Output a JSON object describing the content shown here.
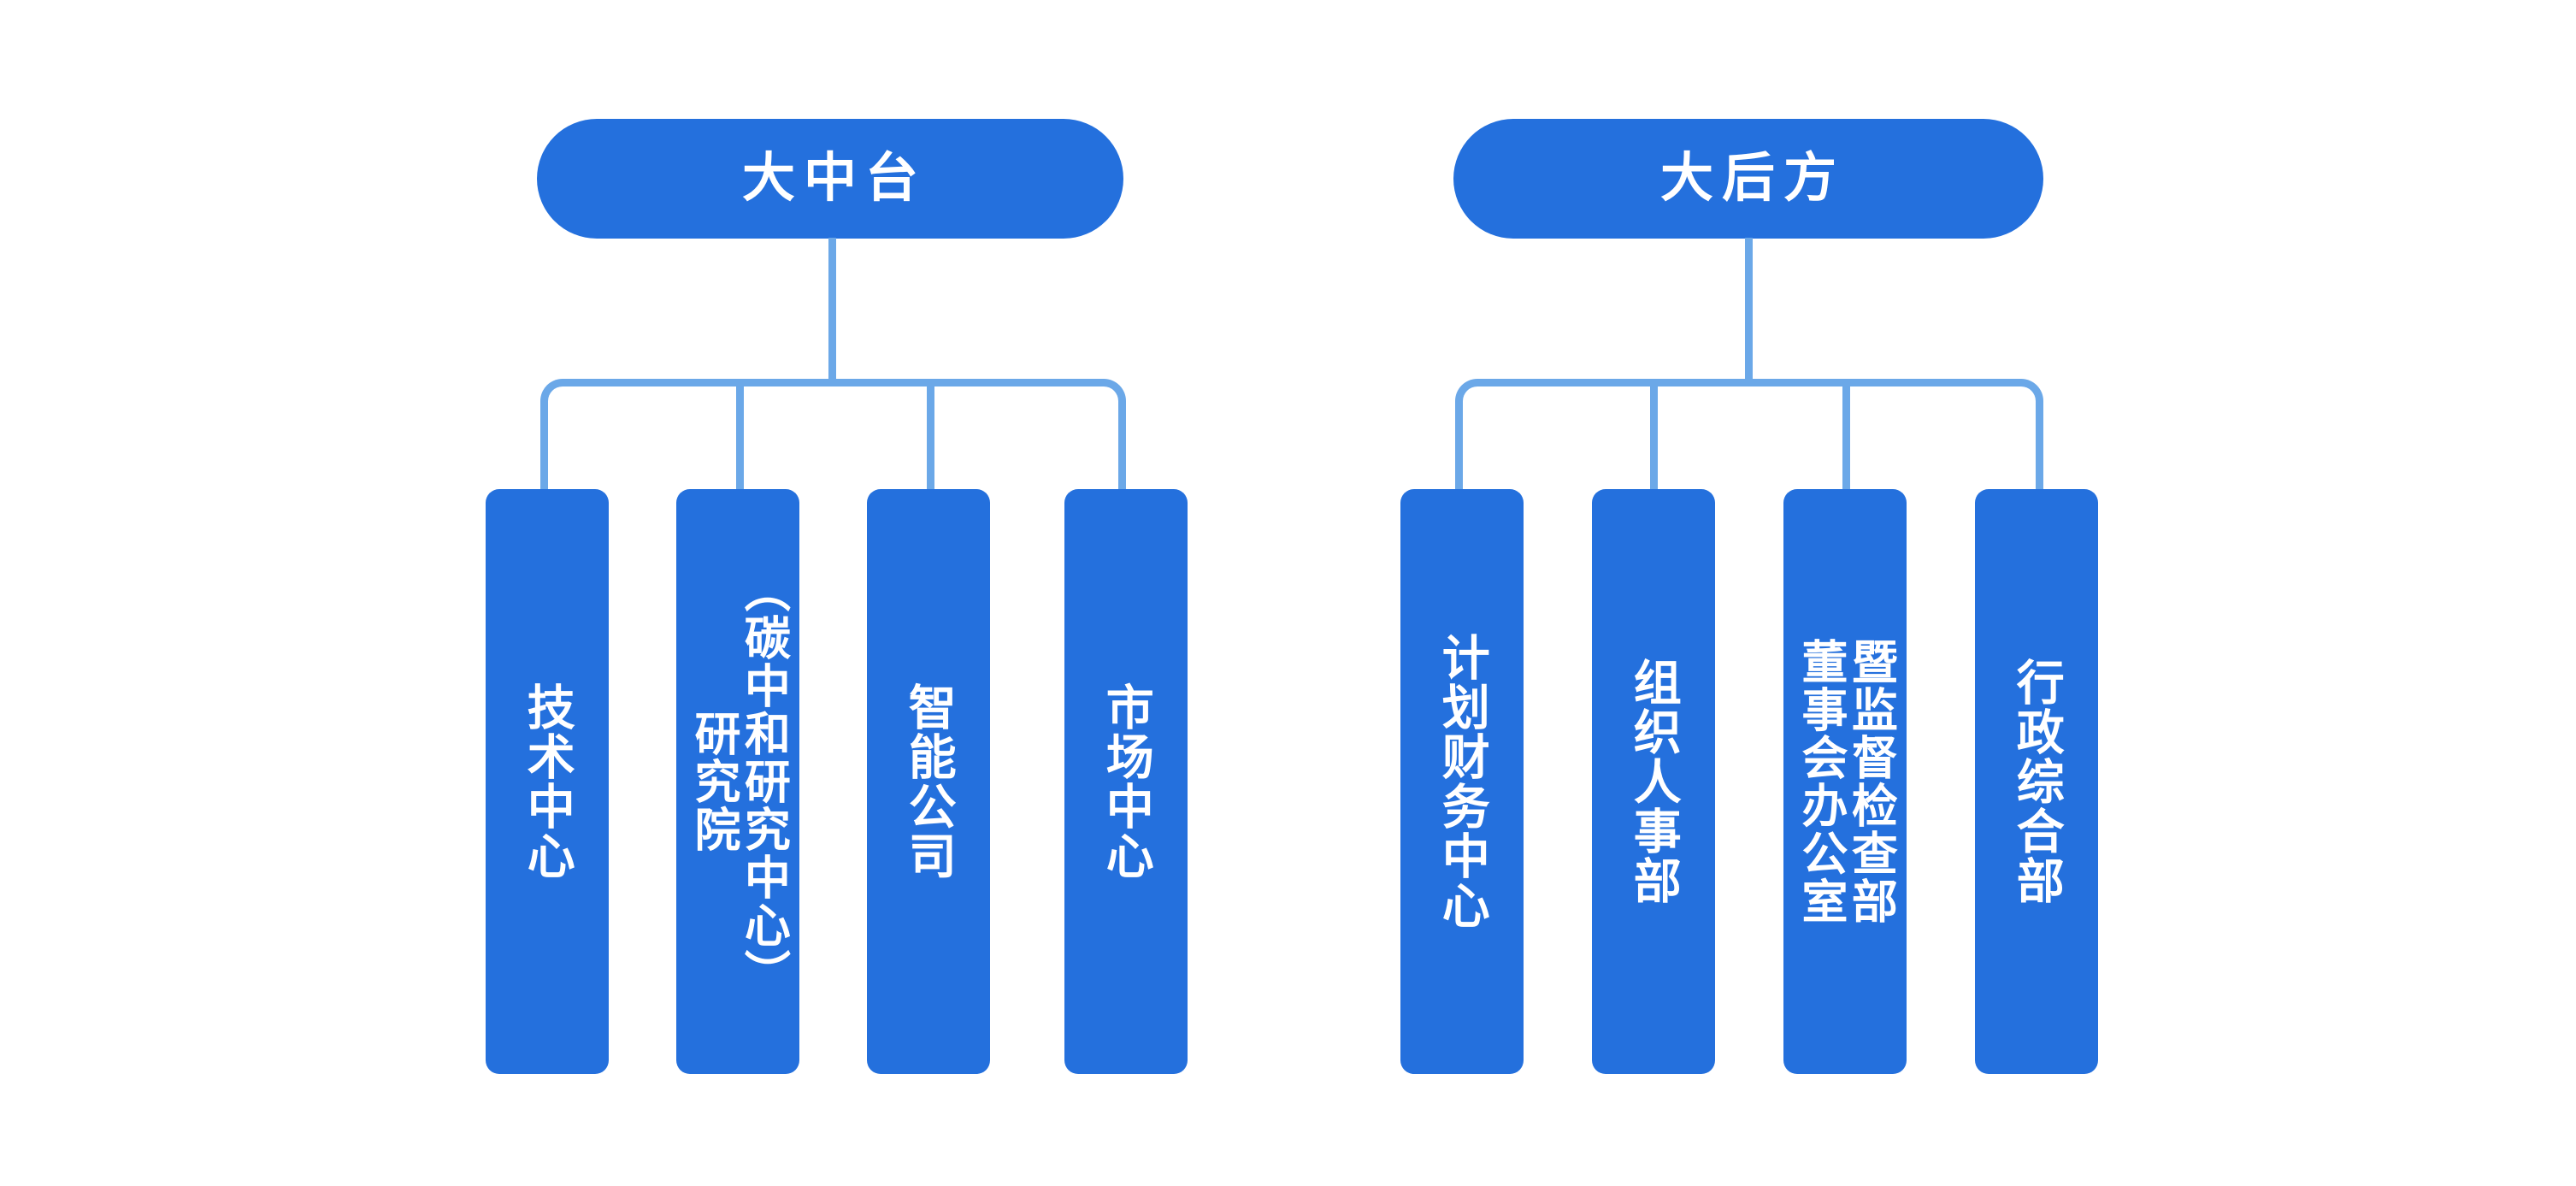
{
  "diagram": {
    "title_hidden": "",
    "colors": {
      "node_fill": "#2470DD",
      "node_text": "#FFFFFF",
      "connector": "#6BA8E8",
      "background": "#FFFFFF"
    },
    "groups": [
      {
        "id": "group-zhongtai",
        "root": {
          "label": "大中台"
        },
        "children": [
          {
            "id": "leaf-jishu-zhongxin",
            "columns": [
              "技术中心"
            ]
          },
          {
            "id": "leaf-yanjiuyuan",
            "columns": [
              "（碳中和研究中心）",
              "研究院"
            ]
          },
          {
            "id": "leaf-zhineng-gongsi",
            "columns": [
              "智能公司"
            ]
          },
          {
            "id": "leaf-shichang-zhongxin",
            "columns": [
              "市场中心"
            ]
          }
        ]
      },
      {
        "id": "group-houfang",
        "root": {
          "label": "大后方"
        },
        "children": [
          {
            "id": "leaf-jihua-caiwu-zhongxin",
            "columns": [
              "计划财务中心"
            ]
          },
          {
            "id": "leaf-zuzhi-renshi-bu",
            "columns": [
              "组织人事部"
            ]
          },
          {
            "id": "leaf-dongshihui-bangongshi",
            "columns": [
              "暨监督检查部",
              "董事会办公室"
            ]
          },
          {
            "id": "leaf-xingzheng-zonghe-bu",
            "columns": [
              "行政综合部"
            ]
          }
        ]
      }
    ]
  }
}
